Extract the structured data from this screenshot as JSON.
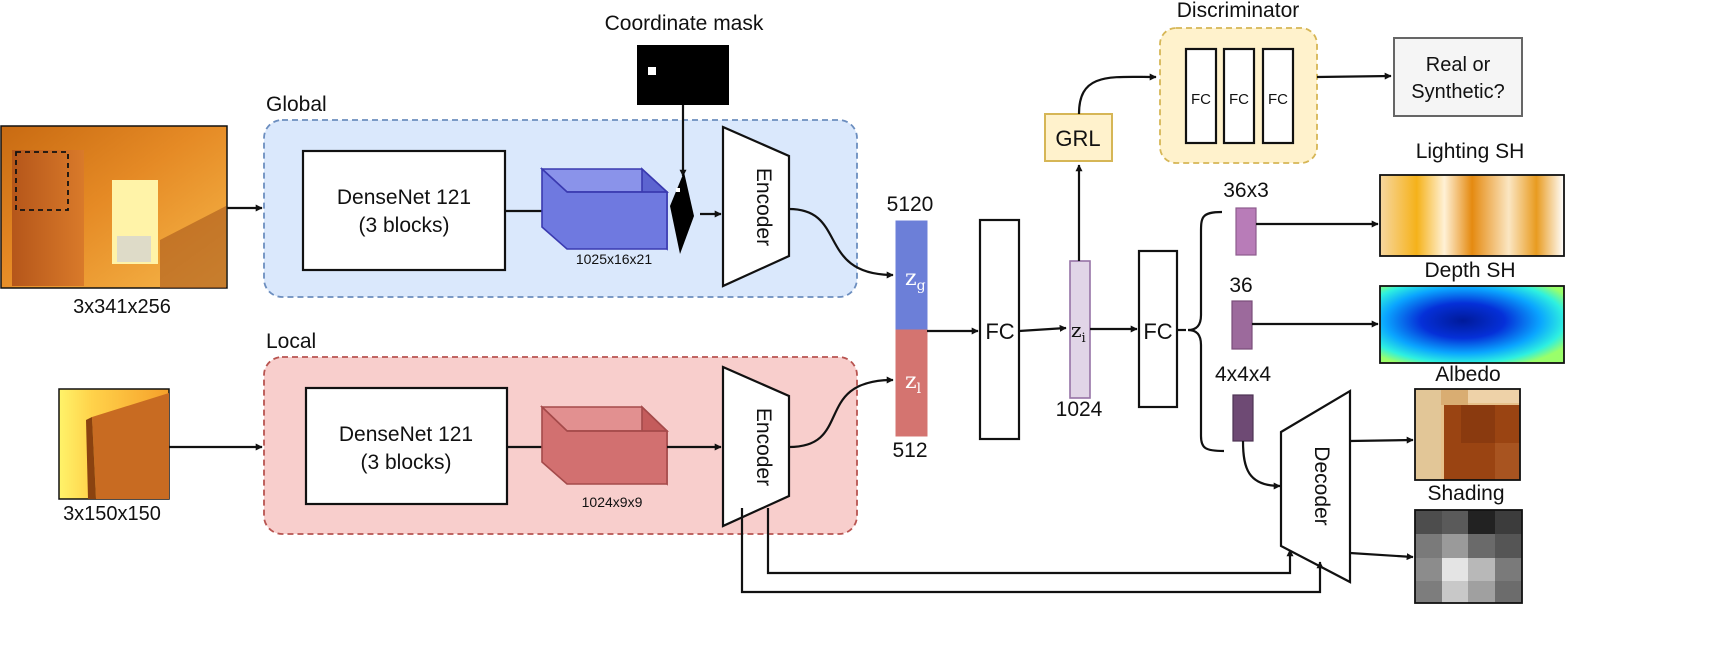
{
  "colors": {
    "global_bg": "#dae8fc",
    "global_border": "#6c8ebf",
    "local_bg": "#f8cecc",
    "local_border": "#b85450",
    "disc_bg": "#fff2cc",
    "disc_border": "#d6b656",
    "grl_bg": "#fff2cc",
    "real_bg": "#f5f5f5",
    "real_border": "#666666",
    "zg": "#6c7fd8",
    "zl": "#d47470",
    "zi": "#e1d5e7",
    "tensor_global": "#6f79e0",
    "tensor_local": "#d27070",
    "sh_lighting": "#b87cb8",
    "sh_depth": "#9c6a9c",
    "sh_albedo": "#6e4a74"
  },
  "inputs": {
    "global_dims": "3x341x256",
    "local_dims": "3x150x150"
  },
  "global": {
    "label": "Global",
    "densenet_line1": "DenseNet 121",
    "densenet_line2": "(3 blocks)",
    "tensor_dims": "1025x16x21",
    "encoder": "Encoder"
  },
  "local": {
    "label": "Local",
    "densenet_line1": "DenseNet 121",
    "densenet_line2": "(3 blocks)",
    "tensor_dims": "1024x9x9",
    "encoder": "Encoder"
  },
  "mask": {
    "label": "Coordinate mask"
  },
  "latent": {
    "zg": "z",
    "zg_sub": "g",
    "zl": "z",
    "zl_sub": "l",
    "top_dim": "5120",
    "bottom_dim": "512",
    "fc1": "FC",
    "zi": "z",
    "zi_sub": "i",
    "zi_dim": "1024",
    "fc2": "FC"
  },
  "grl": "GRL",
  "discriminator": {
    "label": "Discriminator",
    "fc_a": "FC",
    "fc_b": "FC",
    "fc_c": "FC",
    "out_line1": "Real or",
    "out_line2": "Synthetic?"
  },
  "heads": {
    "lighting_dim": "36x3",
    "depth_dim": "36",
    "albedo_dim": "4x4x4"
  },
  "decoder": "Decoder",
  "outputs": {
    "lighting": "Lighting SH",
    "depth": "Depth SH",
    "albedo": "Albedo",
    "shading": "Shading"
  }
}
